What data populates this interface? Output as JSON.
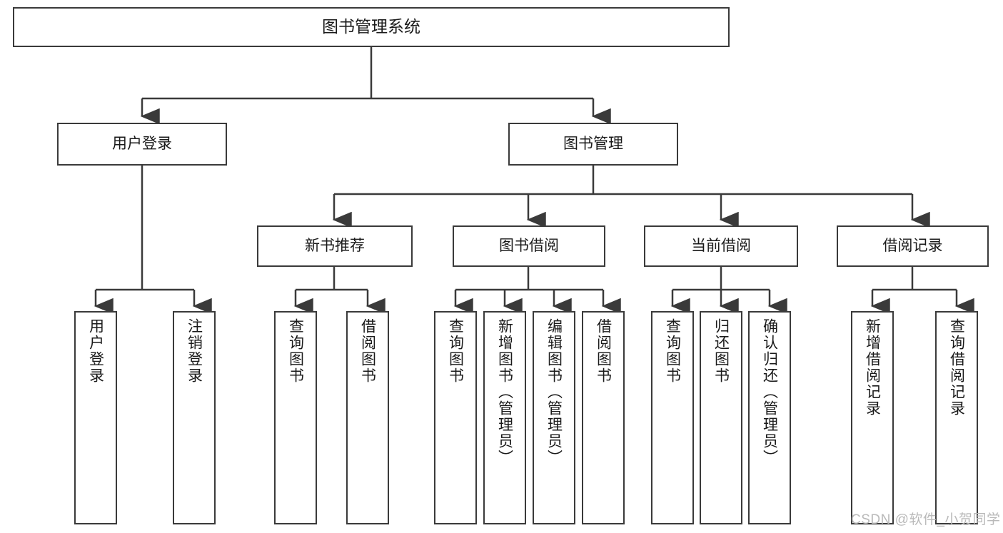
{
  "diagram": {
    "title": "图书管理系统",
    "type": "hierarchy-tree",
    "stroke_color": "#3a3a3a",
    "background_color": "#ffffff",
    "text_color": "#1a1a1a"
  },
  "nodes": {
    "root": {
      "label": "图书管理系统",
      "level": 1
    },
    "l2": [
      {
        "label": "用户登录",
        "level": 2
      },
      {
        "label": "图书管理",
        "level": 2
      }
    ],
    "l3": [
      {
        "label": "新书推荐",
        "level": 3
      },
      {
        "label": "图书借阅",
        "level": 3
      },
      {
        "label": "当前借阅",
        "level": 3
      },
      {
        "label": "借阅记录",
        "level": 3
      }
    ],
    "leaves": {
      "user_login": [
        {
          "label": "用户登录"
        },
        {
          "label": "注销登录"
        }
      ],
      "new_book_recommend": [
        {
          "label": "查询图书"
        },
        {
          "label": "借阅图书"
        }
      ],
      "book_borrow": [
        {
          "label": "查询图书"
        },
        {
          "label": "新增图书（管理员）"
        },
        {
          "label": "编辑图书（管理员）"
        },
        {
          "label": "借阅图书"
        }
      ],
      "current_borrow": [
        {
          "label": "查询图书"
        },
        {
          "label": "归还图书"
        },
        {
          "label": "确认归还（管理员）"
        }
      ],
      "borrow_record": [
        {
          "label": "新增借阅记录"
        },
        {
          "label": "查询借阅记录"
        }
      ]
    }
  },
  "watermark": {
    "text": "CSDN @软件_小贺同学"
  }
}
